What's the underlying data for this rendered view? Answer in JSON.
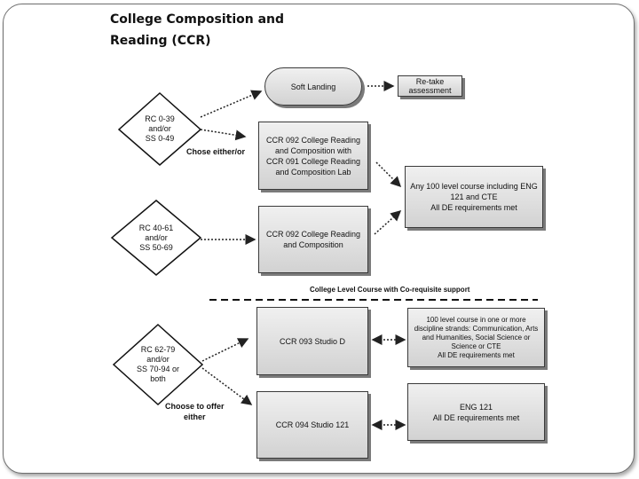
{
  "title": "College Composition and\nReading (CCR)",
  "diamonds": {
    "d1": "RC 0-39\nand/or\nSS 0-49",
    "d2": "RC 40-61\nand/or\nSS 50-69",
    "d3": "RC 62-79\nand/or\nSS 70-94 or\nboth"
  },
  "labels": {
    "chose_either_or": "Chose either/or",
    "choose_to_offer": "Choose to offer\neither",
    "corequisite": "College Level Course with Co-requisite support"
  },
  "boxes": {
    "soft_landing": "Soft Landing",
    "retake": "Re-take\nassessment",
    "ccr092_091": "CCR 092  College Reading\nand Composition with\nCCR 091 College Reading\nand Composition Lab",
    "ccr092": "CCR 092  College Reading\nand Composition",
    "any100": "Any 100 level course including ENG\n121 and CTE\nAll DE requirements met",
    "ccr093": "CCR 093  Studio D",
    "ccr094": "CCR 094 Studio 121",
    "strands": "100 level course in one or more\ndiscipline strands:  Communication, Arts\nand Humanities, Social Science or\nScience or CTE\nAll DE requirements met",
    "eng121": "ENG 121\nAll DE requirements met"
  }
}
